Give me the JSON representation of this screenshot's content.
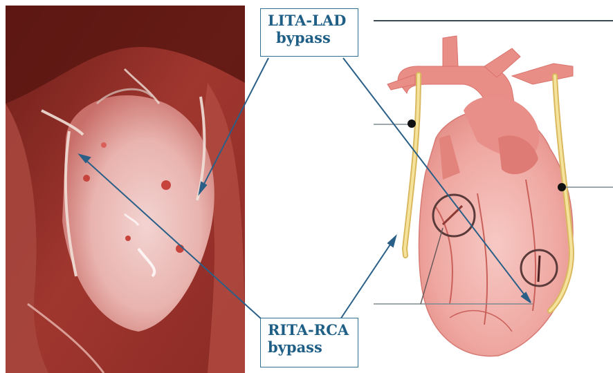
{
  "labels": {
    "lita_lad": {
      "line1": "LITA-LAD",
      "line2": "bypass"
    },
    "rita_rca": {
      "line1": "RITA-RCA",
      "line2": "bypass"
    }
  },
  "colors": {
    "label_text": "#1f5f86",
    "label_border": "#2f6f8f",
    "arrow": "#2a5f88",
    "heart_fill": "#f0a9a4",
    "heart_dark": "#d9827c",
    "graft": "#f3dc8a",
    "photo_bg": "#8c2a24"
  }
}
